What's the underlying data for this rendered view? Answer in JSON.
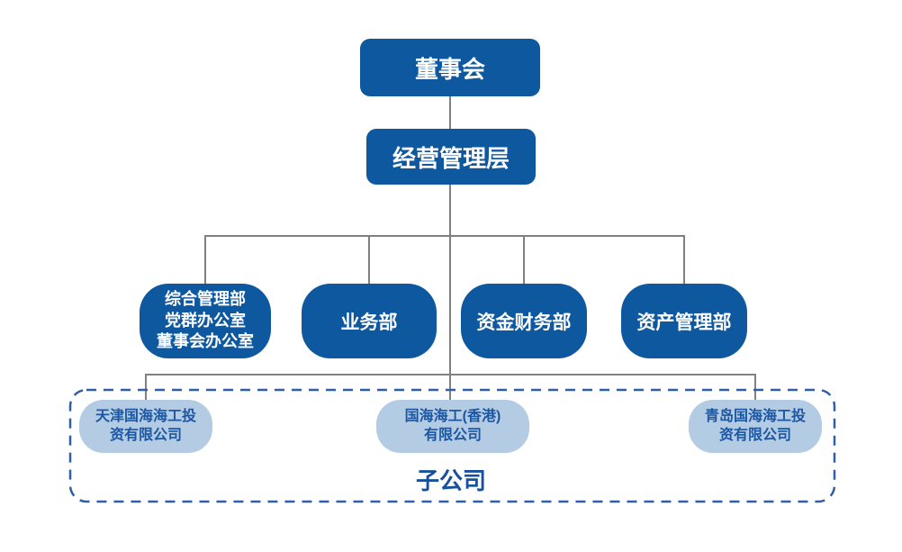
{
  "colors": {
    "box_dark": "#0E58A0",
    "box_light": "#B4CBE4",
    "line_gray": "#808080",
    "dashed_border": "#2E5FA7",
    "light_text": "#1B57A3",
    "group_label_text": "#17509E"
  },
  "org_chart": {
    "root": {
      "label": "董事会"
    },
    "management": {
      "label": "经营管理层"
    },
    "departments": [
      {
        "label": "综合管理部\n党群办公室\n董事会办公室"
      },
      {
        "label": "业务部"
      },
      {
        "label": "资金财务部"
      },
      {
        "label": "资产管理部"
      }
    ],
    "subsidiaries_group": {
      "label": "子公司",
      "items": [
        {
          "label": "天津国海海工投\n资有限公司"
        },
        {
          "label": "国海海工(香港)\n有限公司"
        },
        {
          "label": "青岛国海海工投\n资有限公司"
        }
      ]
    }
  }
}
